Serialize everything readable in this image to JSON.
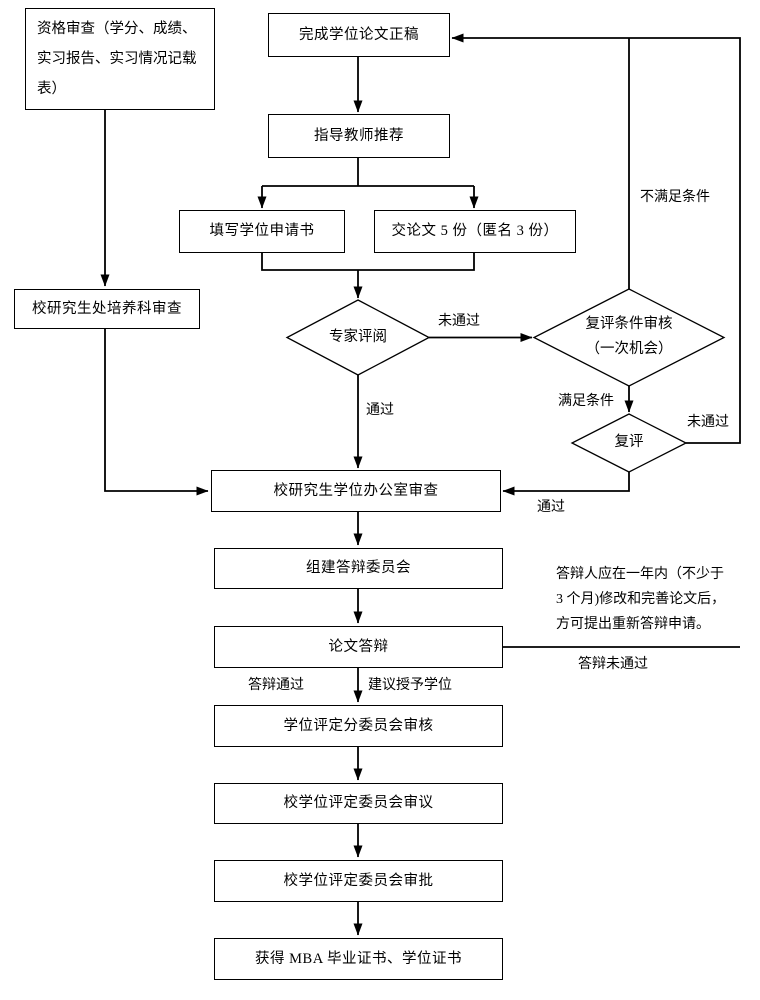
{
  "nodes": {
    "qualification_review": "资格审查（学分、成绩、实习报告、实习情况记载表）",
    "complete_thesis": "完成学位论文正稿",
    "advisor_recommendation": "指导教师推荐",
    "fill_degree_application": "填写学位申请书",
    "submit_thesis_copies": "交论文 5 份（匿名 3 份）",
    "training_section_review": "校研究生处培养科审查",
    "expert_review": "专家评阅",
    "re_review_condition_check": "复评条件审核（一次机会）",
    "re_review": "复评",
    "degree_office_review": "校研究生学位办公室审查",
    "form_defense_committee": "组建答辩委员会",
    "thesis_defense": "论文答辩",
    "subcommittee_review": "学位评定分委员会审核",
    "committee_deliberation": "校学位评定委员会审议",
    "committee_approval": "校学位评定委员会审批",
    "obtain_certificates": "获得 MBA 毕业证书、学位证书"
  },
  "edge_labels": {
    "expert_not_passed": "未通过",
    "expert_passed": "通过",
    "meets_condition": "满足条件",
    "not_meets_condition": "不满足条件",
    "re_review_not_passed": "未通过",
    "re_review_passed": "通过",
    "defense_passed": "答辩通过",
    "recommend_degree": "建议授予学位",
    "defense_not_passed": "答辩未通过"
  },
  "note": "答辩人应在一年内（不少于 3 个月)修改和完善论文后，方可提出重新答辩申请。",
  "colors": {
    "line": "#000000",
    "background": "#ffffff"
  }
}
